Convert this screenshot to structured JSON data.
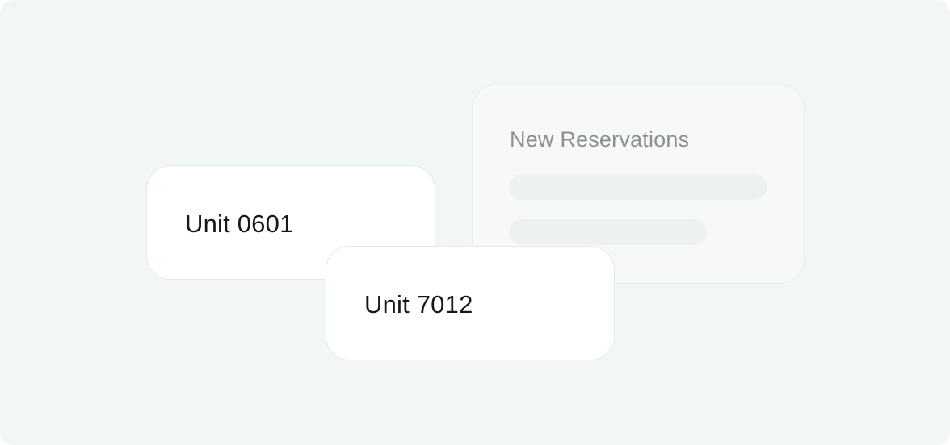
{
  "reservations_panel": {
    "title": "New Reservations"
  },
  "unit_cards": [
    {
      "label": "Unit 0601"
    },
    {
      "label": "Unit 7012"
    }
  ],
  "colors": {
    "background": "#f2f6f6",
    "card": "#ffffff",
    "panel": "#f7f9f9",
    "skeleton": "#eef1f1",
    "title_text": "#8b8f90",
    "unit_text": "#16191a"
  }
}
